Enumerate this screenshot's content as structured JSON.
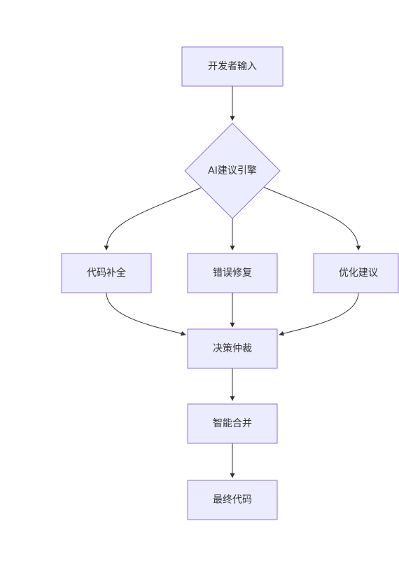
{
  "diagram": {
    "type": "flowchart",
    "colors": {
      "node_fill": "#ECECFF",
      "node_stroke": "#9370DB",
      "edge": "#333333",
      "text": "#333333"
    },
    "nodes": {
      "developer_input": "开发者输入",
      "ai_engine": "AI建议引擎",
      "code_completion": "代码补全",
      "bug_fix": "错误修复",
      "optimization": "优化建议",
      "arbitration": "决策仲裁",
      "smart_merge": "智能合并",
      "final_code": "最终代码"
    },
    "edges": [
      [
        "developer_input",
        "ai_engine"
      ],
      [
        "ai_engine",
        "code_completion"
      ],
      [
        "ai_engine",
        "bug_fix"
      ],
      [
        "ai_engine",
        "optimization"
      ],
      [
        "code_completion",
        "arbitration"
      ],
      [
        "bug_fix",
        "arbitration"
      ],
      [
        "optimization",
        "arbitration"
      ],
      [
        "arbitration",
        "smart_merge"
      ],
      [
        "smart_merge",
        "final_code"
      ]
    ]
  }
}
